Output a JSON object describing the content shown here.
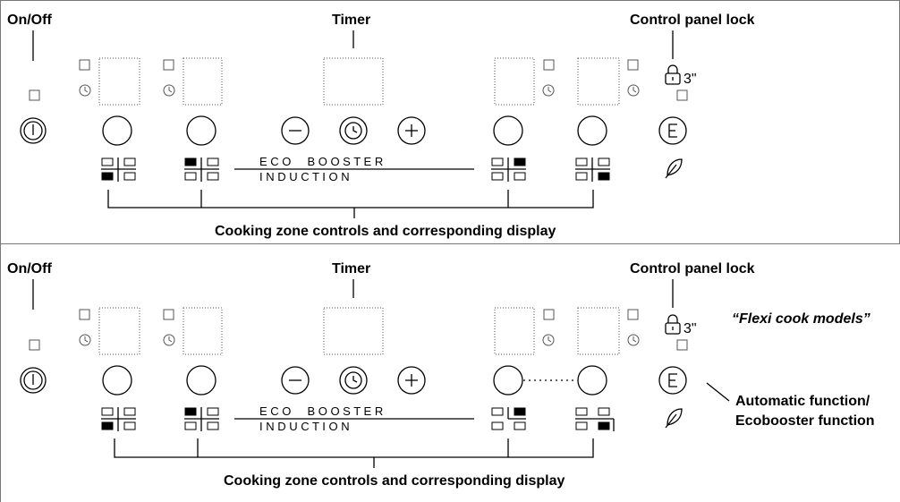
{
  "panels": [
    {
      "onoff_label": "On/Off",
      "timer_label": "Timer",
      "lock_label": "Control panel lock",
      "lock_time": "3\"",
      "brand_top": "E C O     B O O S T E R",
      "brand_bottom": "I N D U C T I O N",
      "bottom_label": "Cooking zone controls and corresponding display"
    },
    {
      "onoff_label": "On/Off",
      "timer_label": "Timer",
      "lock_label": "Control panel lock",
      "lock_time": "3\"",
      "brand_top": "E C O     B O O S T E R",
      "brand_bottom": "I N D U C T I O N",
      "bottom_label": "Cooking zone controls and corresponding display",
      "flexi_label": "“Flexi cook models”",
      "auto_label_line1": "Automatic function/",
      "auto_label_line2": "Ecobooster function"
    }
  ]
}
